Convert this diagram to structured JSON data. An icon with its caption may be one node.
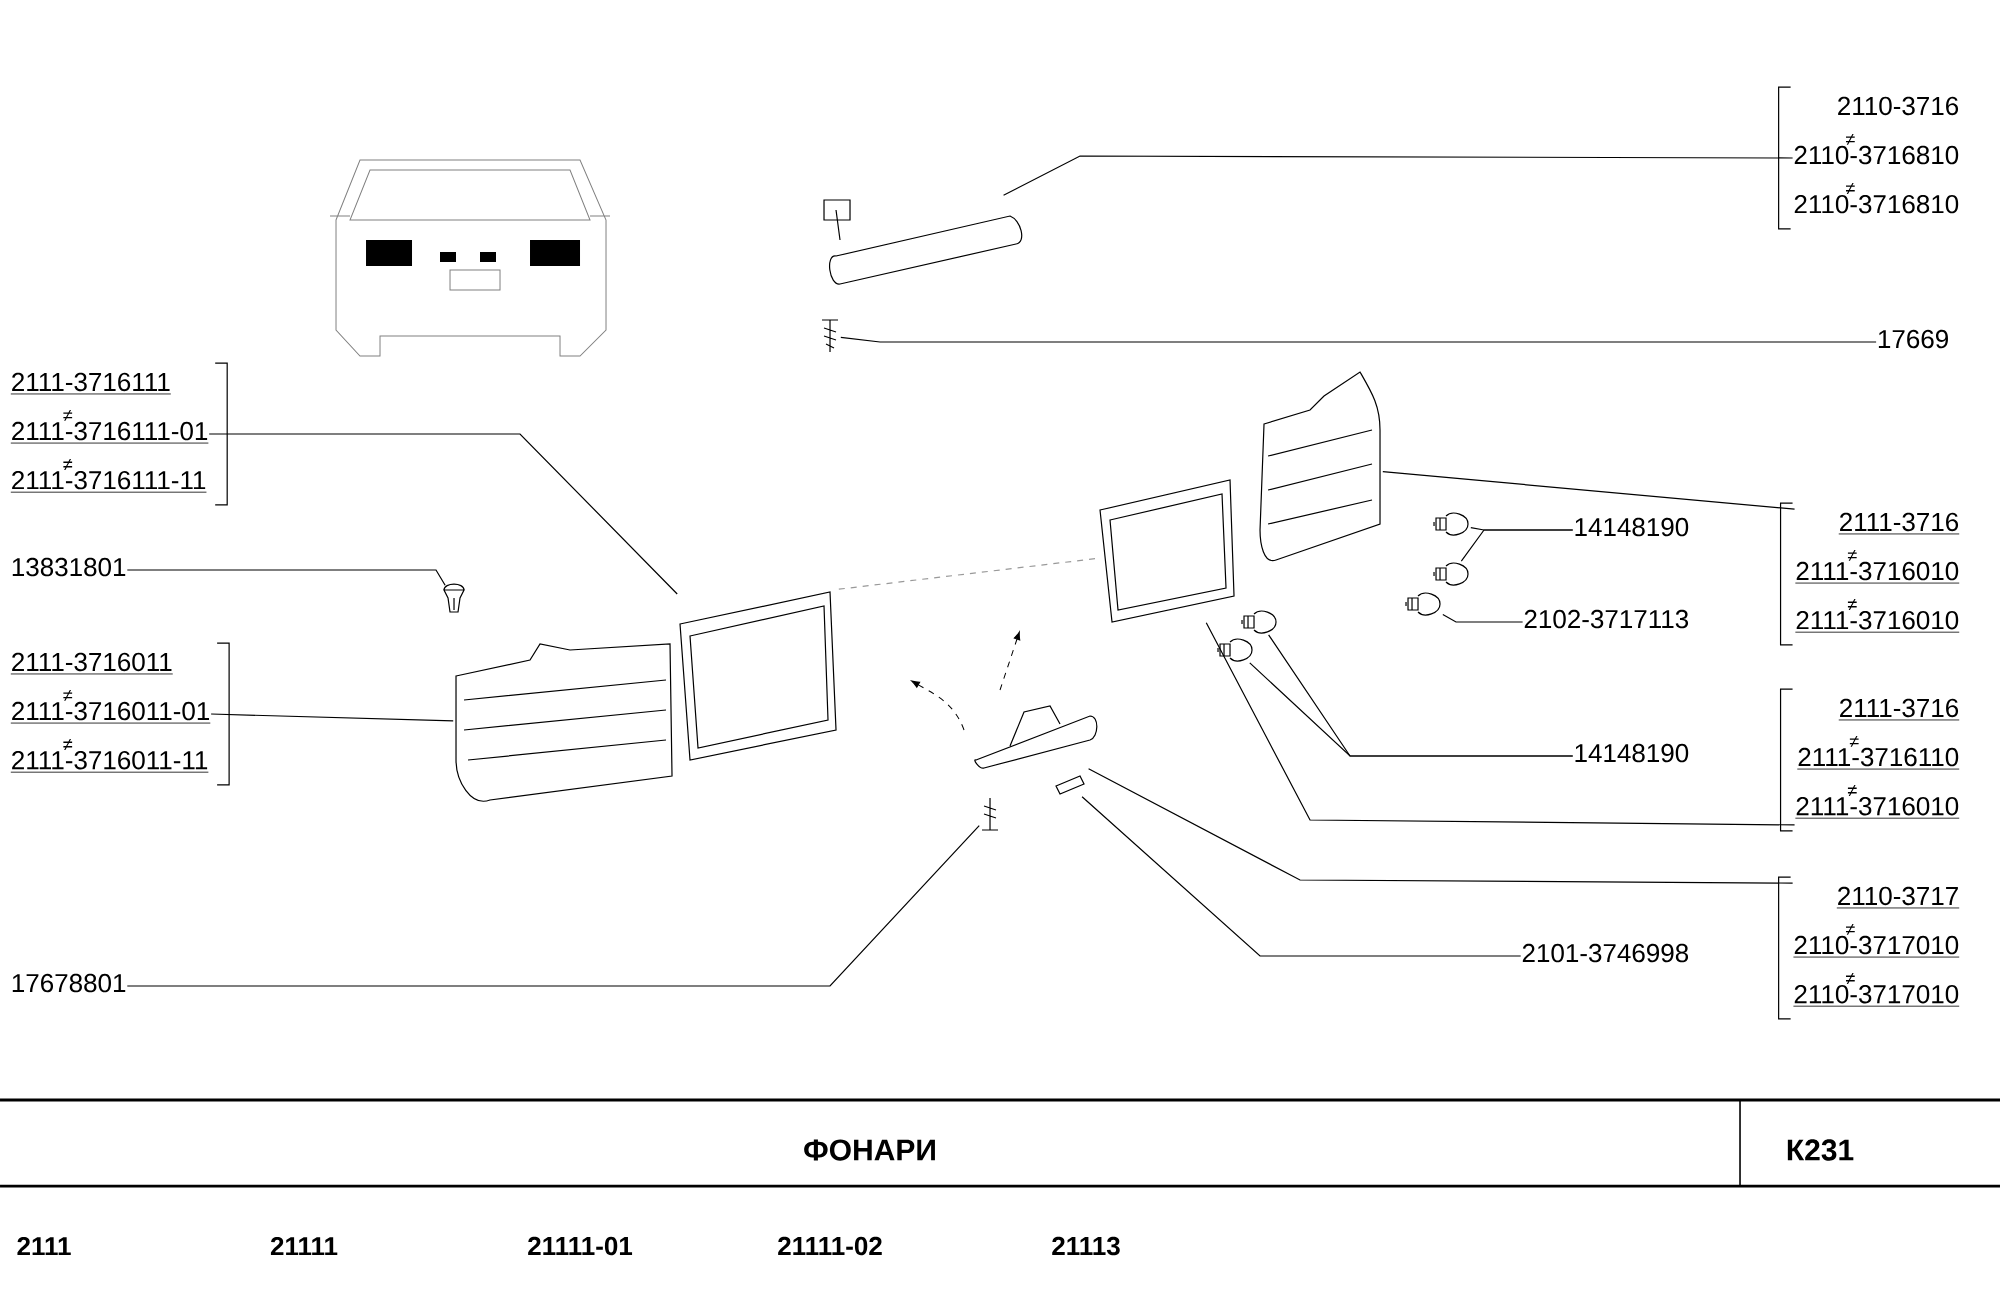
{
  "diagram": {
    "title": "ФОНАРИ",
    "nodes": [
      {
        "text": [
          "2110-3716",
          "2110-3716810",
          "2110-3716810"
        ]
      },
      {
        "text": [
          "17669"
        ]
      },
      {
        "text": [
          "2111-3716111",
          "2111-3716111-01",
          "2111-3716111-11"
        ]
      },
      {
        "text": [
          "13831801"
        ]
      },
      {
        "text": [
          "2111-3716011",
          "2111-3716011-01",
          "2111-3716011-11"
        ]
      },
      {
        "text": [
          "14148190"
        ]
      },
      {
        "text": [
          "2102-3717113"
        ]
      },
      {
        "text": [
          "2111-3716",
          "2111-3716010",
          "2111-3716010"
        ]
      },
      {
        "text": [
          "14148190"
        ]
      },
      {
        "text": [
          "2111-3716",
          "2111-3716110",
          "2111-3716010"
        ]
      },
      {
        "text": [
          "2110-3717",
          "2110-3717010",
          "2110-3717010"
        ]
      },
      {
        "text": [
          "2101-3746998"
        ]
      },
      {
        "text": [
          "17678801"
        ]
      },
      {
        "text": [],
        "shape": "picture"
      },
      {
        "text": [],
        "shape": "picture"
      },
      {
        "text": [],
        "shape": "picture"
      },
      {
        "text": [],
        "shape": "picture"
      },
      {
        "text": [],
        "shape": "picture"
      },
      {
        "text": [],
        "shape": "picture"
      },
      {
        "text": [],
        "shape": "picture"
      },
      {
        "text": [],
        "shape": "picture"
      },
      {
        "text": [],
        "shape": "picture"
      },
      {
        "text": [],
        "shape": "picture"
      },
      {
        "text": [],
        "shape": "picture"
      },
      {
        "text": [],
        "shape": "picture"
      },
      {
        "text": [],
        "shape": "picture"
      },
      {
        "text": [],
        "shape": "picture"
      },
      {
        "text": [],
        "shape": "picture"
      }
    ],
    "edges": [
      {
        "from": 0,
        "to": 13,
        "arrow": "none"
      },
      {
        "from": 1,
        "to": 14,
        "arrow": "none"
      },
      {
        "from": 2,
        "to": 17,
        "arrow": "none"
      },
      {
        "from": 3,
        "to": 15,
        "arrow": "none"
      },
      {
        "from": 4,
        "to": 16,
        "arrow": "none"
      },
      {
        "from": 5,
        "to": 20,
        "arrow": "none"
      },
      {
        "from": 5,
        "to": 21,
        "arrow": "none"
      },
      {
        "from": 6,
        "to": 22,
        "arrow": "none"
      },
      {
        "from": 7,
        "to": 19,
        "arrow": "none"
      },
      {
        "from": 8,
        "to": 23,
        "arrow": "none"
      },
      {
        "from": 8,
        "to": 24,
        "arrow": "none"
      },
      {
        "from": 9,
        "to": 18,
        "arrow": "none"
      },
      {
        "from": 10,
        "to": 25,
        "arrow": "none"
      },
      {
        "from": 11,
        "to": 26,
        "arrow": "none"
      },
      {
        "from": 12,
        "to": 27,
        "arrow": "none"
      },
      {
        "from": 17,
        "to": 18,
        "arrow": "none",
        "style": "dashed",
        "color": "#999999"
      }
    ],
    "labels": [
      "≠",
      "≠",
      "≠",
      "≠",
      "≠",
      "≠",
      "≠",
      "≠",
      "≠",
      "≠",
      "≠",
      "≠",
      "К231",
      "2111",
      "21111",
      "21111-01",
      "21111-02",
      "21113"
    ]
  }
}
